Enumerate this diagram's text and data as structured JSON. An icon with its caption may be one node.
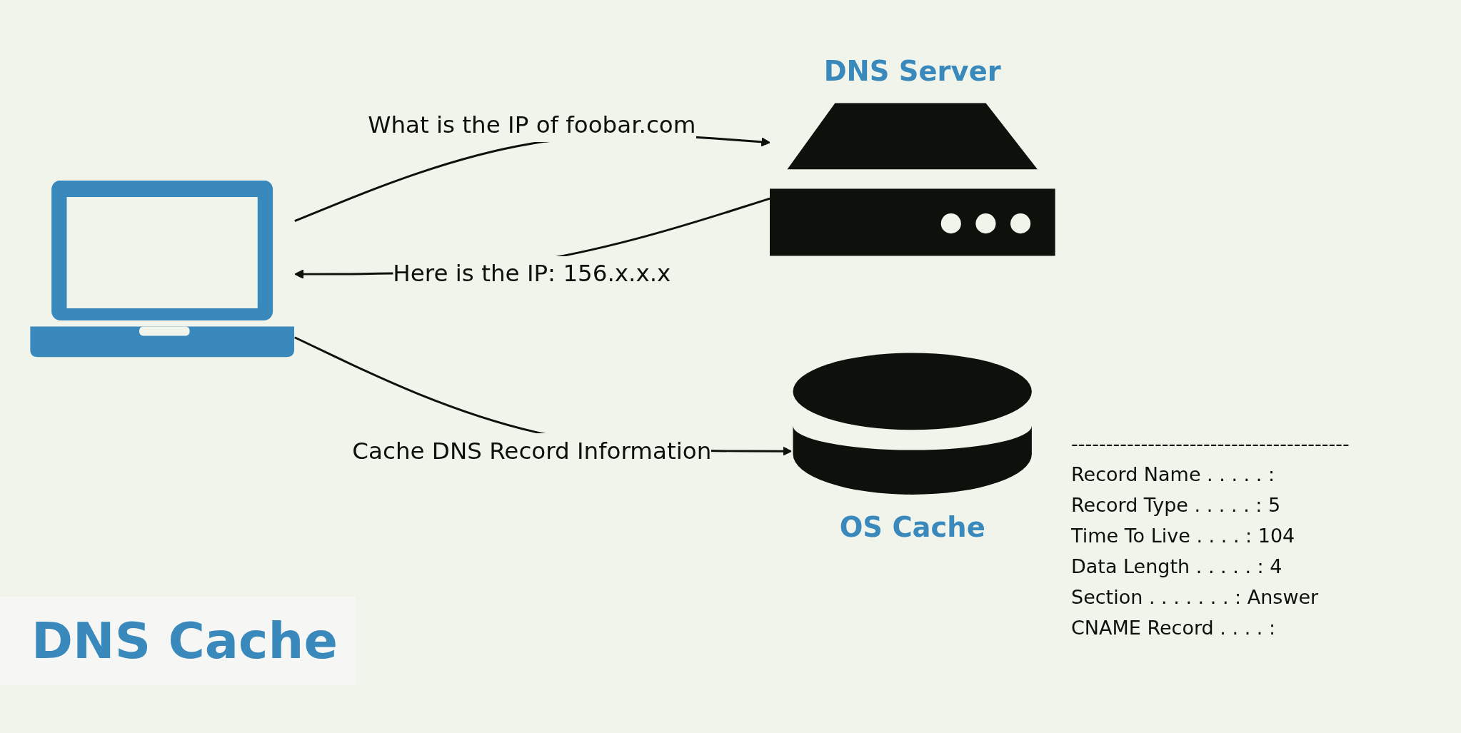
{
  "diagram": {
    "title": "DNS Cache",
    "nodes": [
      {
        "text": [],
        "shape": "picture"
      },
      {
        "text": [
          "DNS Server"
        ]
      },
      {
        "text": [
          "OS Cache"
        ]
      }
    ],
    "edges": [
      {
        "from": 0,
        "to": 1,
        "arrow": "to",
        "label": "What is the IP of foobar.com"
      },
      {
        "from": 1,
        "to": 0,
        "arrow": "to",
        "label": "Here is the IP: 156.x.x.x"
      },
      {
        "from": 0,
        "to": 2,
        "arrow": "to",
        "label": "Cache DNS Record Information"
      }
    ],
    "labels": [
      "----------------------------------------",
      "Record Name . . . . . :",
      "Record Type . . . . . : 5",
      "Time To Live . . . . : 104",
      "Data Length . . . . . : 4",
      "Section . . . . . . . : Answer",
      "CNAME Record . . . . :"
    ]
  }
}
